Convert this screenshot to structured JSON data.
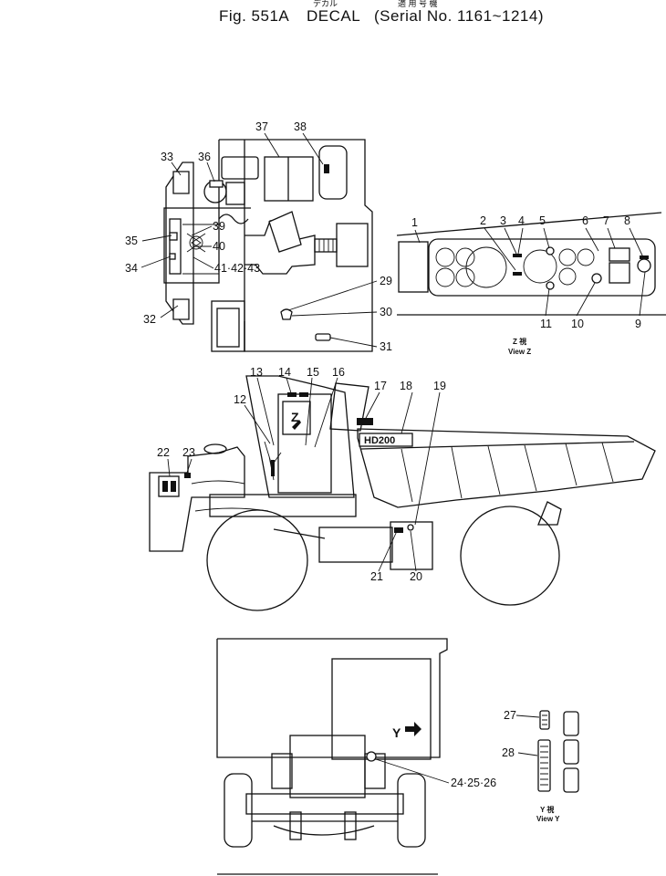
{
  "header": {
    "fig_label": "Fig. 551A",
    "title": "DECAL",
    "title_jp": "デカル",
    "serial": "(Serial No. 1161~1214)",
    "serial_jp": "適 用 号 機"
  },
  "labels": {
    "l1": "1",
    "l2": "2",
    "l3": "3",
    "l4": "4",
    "l5": "5",
    "l6": "6",
    "l7": "7",
    "l8": "8",
    "l9": "9",
    "l10": "10",
    "l11": "11",
    "l12": "12",
    "l13": "13",
    "l14": "14",
    "l15": "15",
    "l16": "16",
    "l17": "17",
    "l18": "18",
    "l19": "19",
    "l20": "20",
    "l21": "21",
    "l22": "22",
    "l23": "23",
    "l24": "24·25·26",
    "l27": "27",
    "l28": "28",
    "l29": "29",
    "l30": "30",
    "l31": "31",
    "l32": "32",
    "l33": "33",
    "l34": "34",
    "l35": "35",
    "l36": "36",
    "l37": "37",
    "l38": "38",
    "l39": "39",
    "l40": "40",
    "l41": "41·42·43"
  },
  "views": {
    "z_jp": "Z  視",
    "z_en": "View  Z",
    "y_jp": "Y  視",
    "y_en": "View  Y",
    "z_mark": "Z",
    "y_mark": "Y"
  },
  "truck_badge": "HD200"
}
